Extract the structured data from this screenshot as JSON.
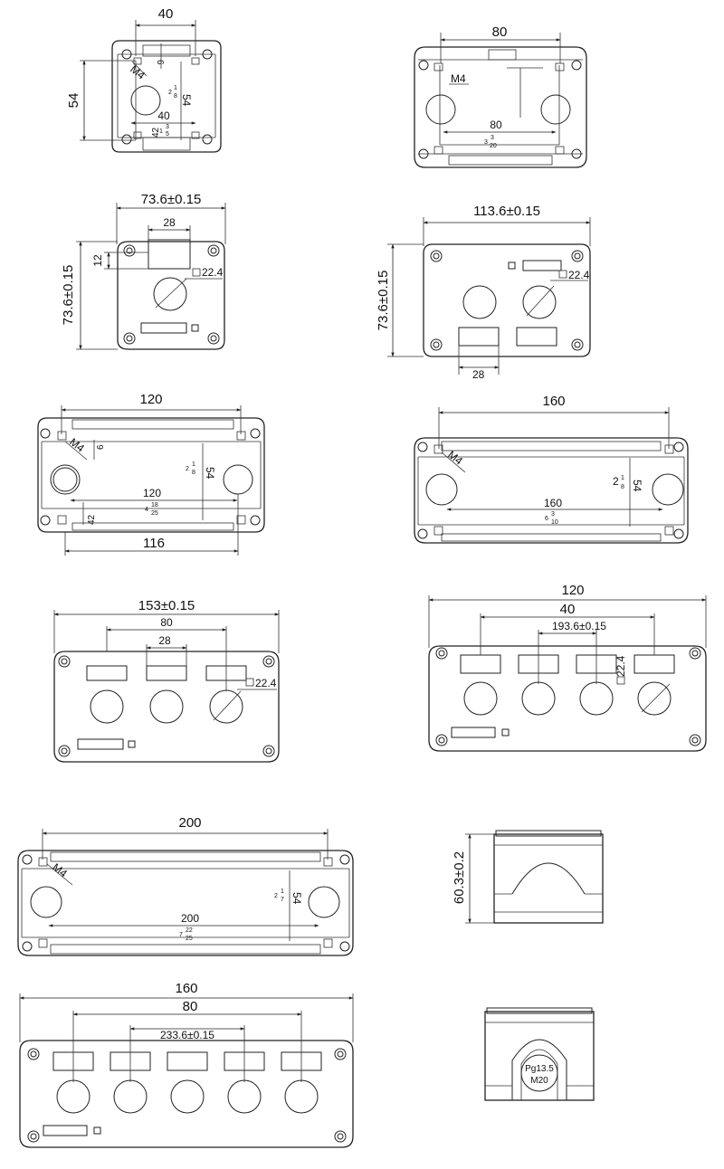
{
  "colors": {
    "ink": "#222222",
    "background": "#ffffff"
  },
  "views": {
    "v1": {
      "dim_width": "40",
      "dim_height": "54",
      "hole_h": "54",
      "bolt_thread": "M4",
      "pitch_label": "40",
      "dim_6": "6",
      "dim_42": "42",
      "frac_a": "2",
      "frac_a_num": "1",
      "frac_a_den": "8",
      "frac_b": "1",
      "frac_b_num": "3",
      "frac_b_den": "5"
    },
    "v2": {
      "dim_width": "80",
      "bolt_thread": "M4",
      "pitch_label": "80",
      "frac_whole": "3",
      "frac_num": "3",
      "frac_den": "20"
    },
    "v3": {
      "dim_width": "73.6±0.15",
      "dim_height": "73.6±0.15",
      "dim_28": "28",
      "dim_12": "12",
      "square_label": "22.4"
    },
    "v4": {
      "dim_width": "113.6±0.15",
      "dim_height": "73.6±0.15",
      "dim_28": "28",
      "square_label": "22.4"
    },
    "v5": {
      "dim_top": "120",
      "dim_bottom": "116",
      "bolt_thread": "M4",
      "dim_6": "6",
      "hole_h": "54",
      "pitch_label": "120",
      "dim_42": "42",
      "frac_a": "2",
      "frac_a_num": "1",
      "frac_a_den": "8",
      "frac_b": "4",
      "frac_b_num": "18",
      "frac_b_den": "25"
    },
    "v6": {
      "dim_top": "160",
      "bolt_thread": "M4",
      "hole_h": "54",
      "pitch_label": "160",
      "frac_a": "2",
      "frac_a_num": "1",
      "frac_a_den": "8",
      "frac_b": "6",
      "frac_b_num": "3",
      "frac_b_den": "10"
    },
    "v7": {
      "dim_width": "153±0.15",
      "dim_80": "80",
      "dim_28": "28",
      "square_label": "22.4"
    },
    "v8": {
      "dim_120": "120",
      "dim_40": "40",
      "dim_inner": "193.6±0.15",
      "square_label": "22.4"
    },
    "v9": {
      "dim_top": "200",
      "bolt_thread": "M4",
      "hole_h": "54",
      "pitch_label": "200",
      "frac_a": "2",
      "frac_a_num": "1",
      "frac_a_den": "7",
      "frac_b": "7",
      "frac_b_num": "22",
      "frac_b_den": "25"
    },
    "v10": {
      "dim_height": "60.3±0.2"
    },
    "v11": {
      "dim_160": "160",
      "dim_80": "80",
      "dim_inner": "233.6±0.15"
    },
    "v12": {
      "gland_line1": "Pg13.5",
      "gland_line2": "M20"
    }
  }
}
